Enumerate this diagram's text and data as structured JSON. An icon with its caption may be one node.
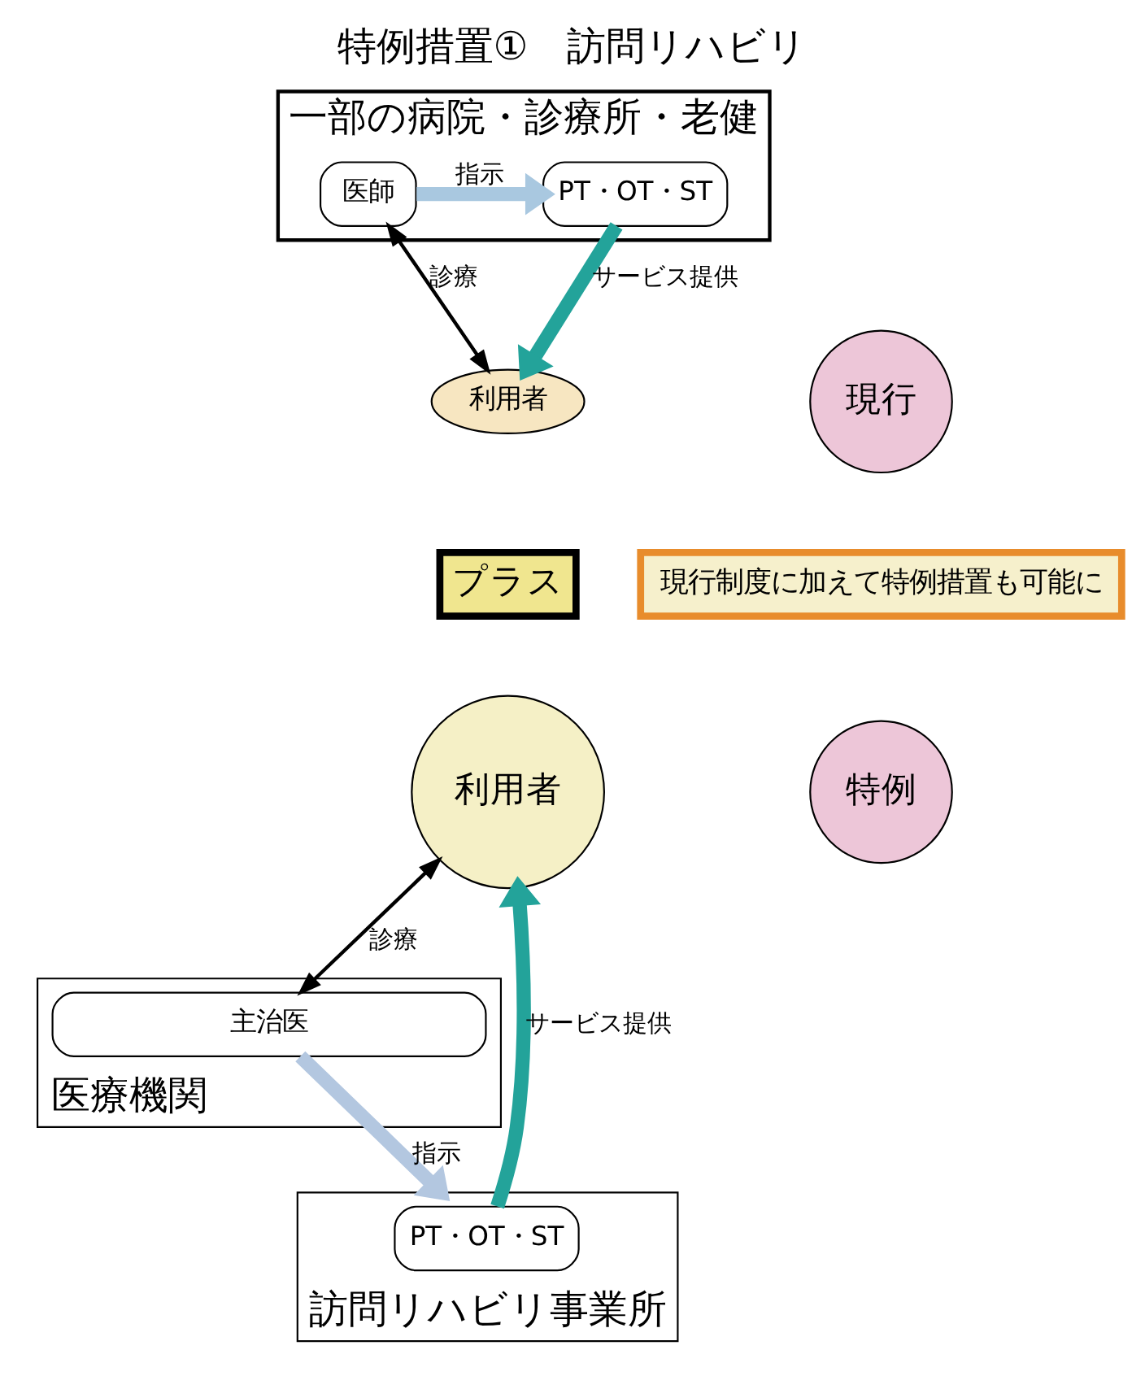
{
  "diagram": {
    "title": "特例措置①　訪問リハビリ",
    "nodes": [
      {
        "text": [
          "一部の病院・診療所・老健"
        ]
      },
      {
        "text": [
          "医師"
        ],
        "in": 0
      },
      {
        "text": [
          "PT・OT・ST"
        ],
        "in": 0
      },
      {
        "text": [
          "利用者"
        ]
      },
      {
        "text": [
          "現行"
        ]
      },
      {
        "text": [
          "プラス"
        ]
      },
      {
        "text": [
          "現行制度に加えて特例措置も可能に"
        ]
      },
      {
        "text": [
          "特例"
        ]
      },
      {
        "text": [
          "利用者"
        ]
      },
      {
        "text": [
          "医療機関"
        ]
      },
      {
        "text": [
          "主治医"
        ],
        "in": 9
      },
      {
        "text": [
          "訪問リハビリ事業所"
        ]
      },
      {
        "text": [
          "PT・OT・ST"
        ],
        "in": 11
      }
    ],
    "edges": [
      {
        "from": 1,
        "to": 2,
        "arrow": "to",
        "label": "指示",
        "color": "#a9c8e0"
      },
      {
        "from": 3,
        "to": 1,
        "arrow": "both",
        "label": "診療"
      },
      {
        "from": 2,
        "to": 3,
        "arrow": "to",
        "label": "サービス提供",
        "color": "#23a39a"
      },
      {
        "from": 8,
        "to": 10,
        "arrow": "both",
        "label": "診療"
      },
      {
        "from": 10,
        "to": 11,
        "arrow": "to",
        "label": "指示",
        "color": "#b3c7e0"
      },
      {
        "from": 12,
        "to": 8,
        "arrow": "to",
        "label": "サービス提供",
        "color": "#23a39a"
      }
    ]
  }
}
